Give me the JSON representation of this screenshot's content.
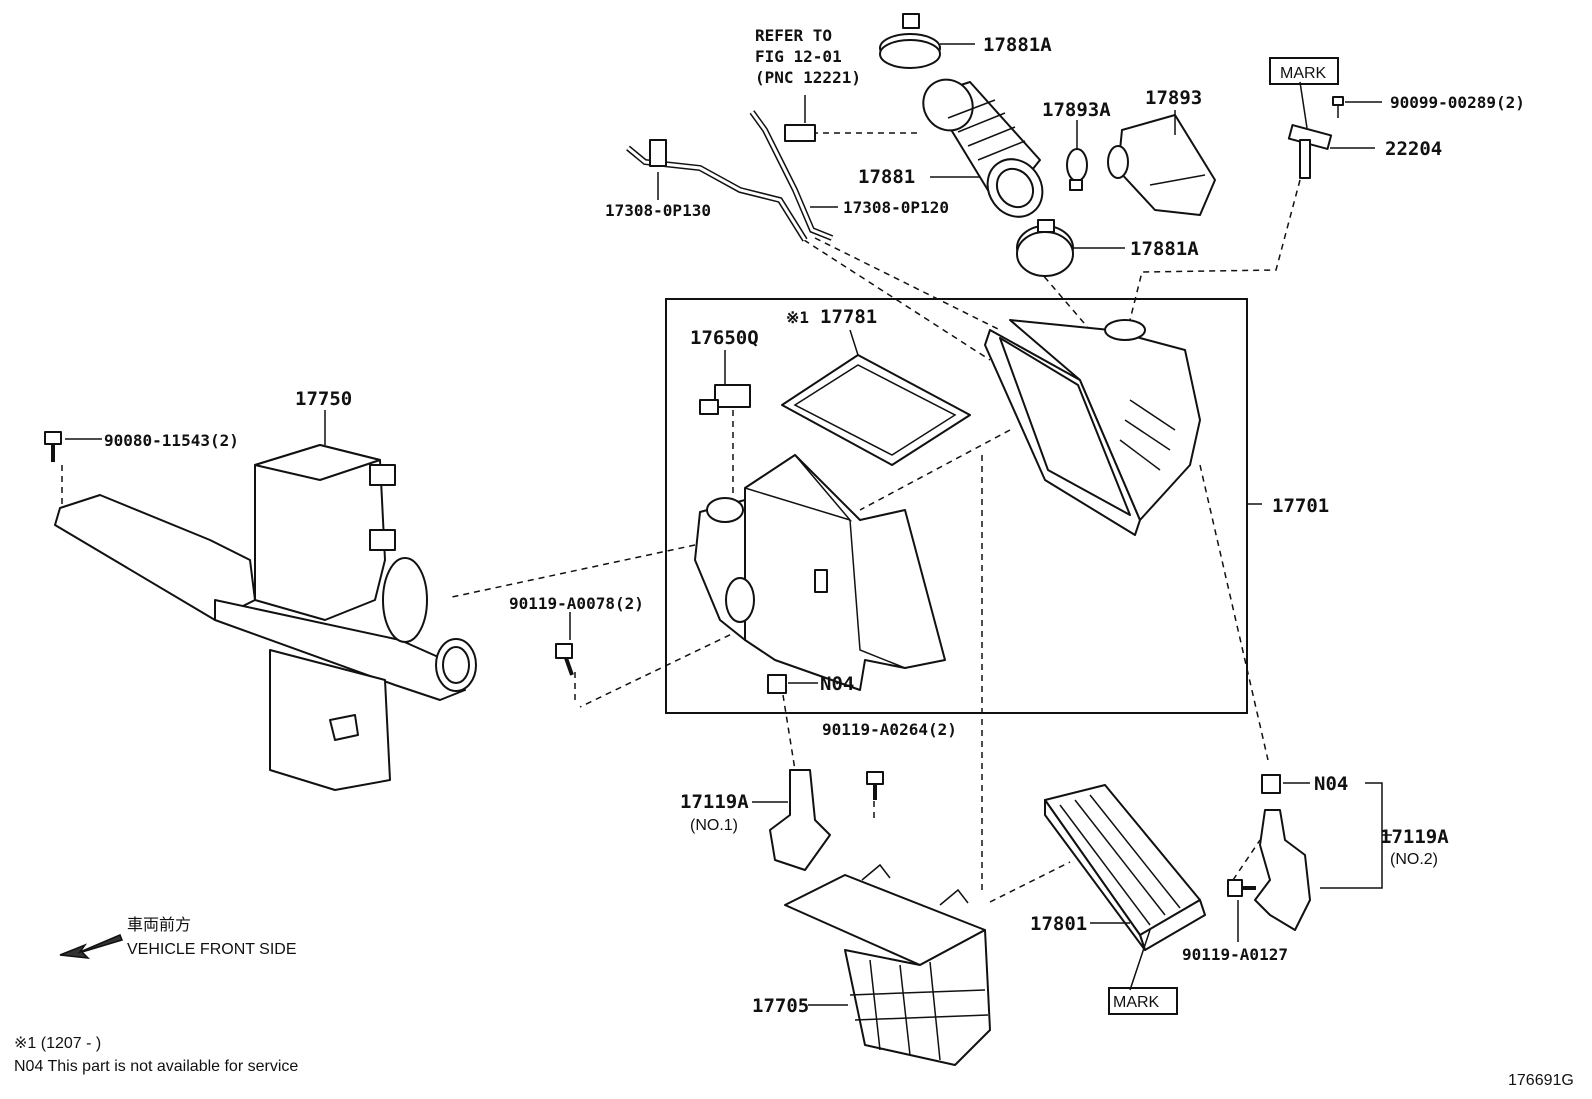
{
  "labels": {
    "p17881A_top": "17881A",
    "refer1": "REFER TO",
    "refer2": "FIG 12-01",
    "refer3": "(PNC 12221)",
    "p17893A": "17893A",
    "p17893": "17893",
    "mark_top": "MARK",
    "p90099": "90099-00289(2)",
    "p22204": "22204",
    "p17881": "17881",
    "p17308_130": "17308-0P130",
    "p17308_120": "17308-0P120",
    "p17881A_mid": "17881A",
    "p17781_mark": "※1",
    "p17781": "17781",
    "p17650Q": "17650Q",
    "p17750": "17750",
    "p90080": "90080-11543(2)",
    "p17701": "17701",
    "p90119_0078": "90119-A0078(2)",
    "n04_center": "N04",
    "p90119_0264": "90119-A0264(2)",
    "p17119A_1": "17119A",
    "no1": "(NO.1)",
    "n04_right": "N04",
    "p17119A_2": "17119A",
    "no2": "(NO.2)",
    "p17801": "17801",
    "p90119_0127": "90119-A0127",
    "mark_bottom": "MARK",
    "p17705": "17705",
    "front_jp": "車両前方",
    "front_en": "VEHICLE FRONT SIDE",
    "footnote1": "※1 (1207 -        )",
    "footnote2": "N04  This part is not available for service",
    "figure_id": "176691G"
  }
}
